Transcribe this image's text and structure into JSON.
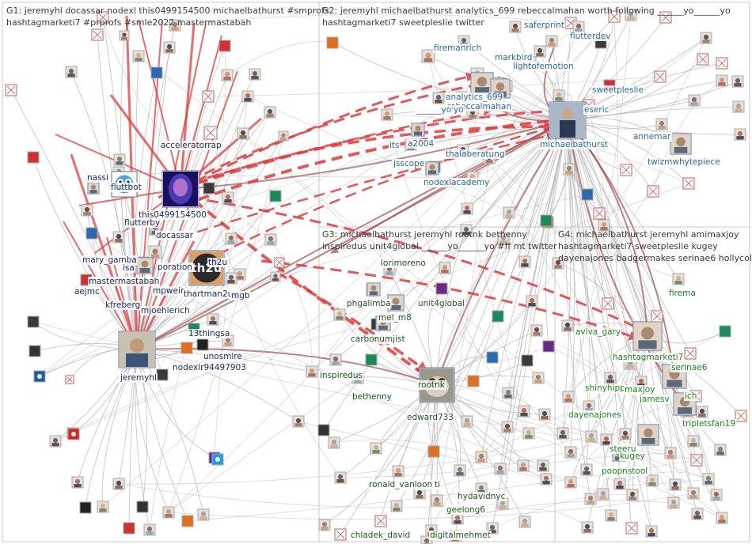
{
  "groups": [
    {
      "id": "g1",
      "title_line1": "G1: jeremyhl docassar nodexl this0499154500 michaelbathurst #smprofs",
      "title_line2": "hashtagmarketi7 #prprofs #smle2022 mastermastabah"
    },
    {
      "id": "g2",
      "title_line1": "G2: jeremyhl michaelbathurst analytics_699 rebeccalmahan worth following ______yo______yo",
      "title_line2": "hashtagmarketi7 sweetpleslie twitter"
    },
    {
      "id": "g3",
      "title_line1": "G3: michaelbathurst jeremyhl rootnk bethenny",
      "title_line2": "inspiredus unit4global ______yo______yo #ff mt twitter"
    },
    {
      "id": "g4",
      "title_line1": "G4: michaelbathurst jeremyhl amimaxjoy",
      "title_line2": "hashtagmarketi7 sweetpleslie kugey",
      "title_line3": "dayenajones badgermakes serinae6 hollycolt"
    }
  ],
  "labels": {
    "g1": [
      "acceleratorrap",
      "nassi",
      "fluttbot",
      "this0499154500",
      "flutterby",
      "docassar",
      "mary_gamba",
      "isa",
      "poration",
      "mastermastabah",
      "th2u",
      "mpweir",
      "thartman2u",
      "mgb",
      "aejmc",
      "kfreberg",
      "mjoehlerich",
      "13thingsa",
      "unosmlre",
      "jeremyhl",
      "nodexlr94497903"
    ],
    "g2": [
      "saferprint",
      "flutterdev",
      "firemanrich",
      "markbird",
      "lightofemotion",
      "analytics_699",
      "rebeccalmahan",
      "______yo",
      "yo",
      "sweetpleslie",
      "eseric",
      "michaelbathurst",
      "annemar",
      "its",
      "a2004",
      "thalaberatung",
      "jsscope",
      "twizmwhytepiece",
      "nodexlacademy"
    ],
    "g3": [
      "lorimoreno",
      "phgalimba",
      "unit4global",
      "mel_m8",
      "carbonumjist",
      "inspiredus",
      "bethenny",
      "rootnk",
      "edward733",
      "ronald_vanloon",
      "ti",
      "hydavidnyc",
      "geelong6",
      "chladek_david",
      "digitalmehmet"
    ],
    "g4": [
      "firema",
      "aviva_gary",
      "hashtagmarketi7",
      "serinae6",
      "shinyhippie",
      "maxjoy",
      "jamesv",
      "ich",
      "dayenajones",
      "tripletsfan19",
      "steeru",
      "kugey",
      "poopnstool"
    ]
  },
  "colors": {
    "edge_gray": "#b8b8b8",
    "edge_red": "#e23b3b",
    "edge_darkred": "#a04545",
    "box_border": "#a8a8a8",
    "g1_label": "#1a2a6a",
    "g2_label": "#2a6aa8",
    "g3_label": "#1a5a1a",
    "g4_label": "#1a8a1a",
    "hub_jeremyhl": "#3a5577",
    "hub_michaelbathurst": "#5a7a9a",
    "fluttbot_icon": "#4aa6df",
    "this0499154500_icon": "#4a3ab0",
    "th2u_icon": "#2a2a2a"
  },
  "icons": {
    "fluttbot": "owl-logo-icon",
    "this0499154500": "purple-face-icon",
    "th2u": "th2u-logo-icon",
    "twitter": "twitter-bird-icon",
    "youtube": "youtube-play-icon",
    "meta": "infinity-logo-icon",
    "placeholder": "broken-image-icon"
  }
}
